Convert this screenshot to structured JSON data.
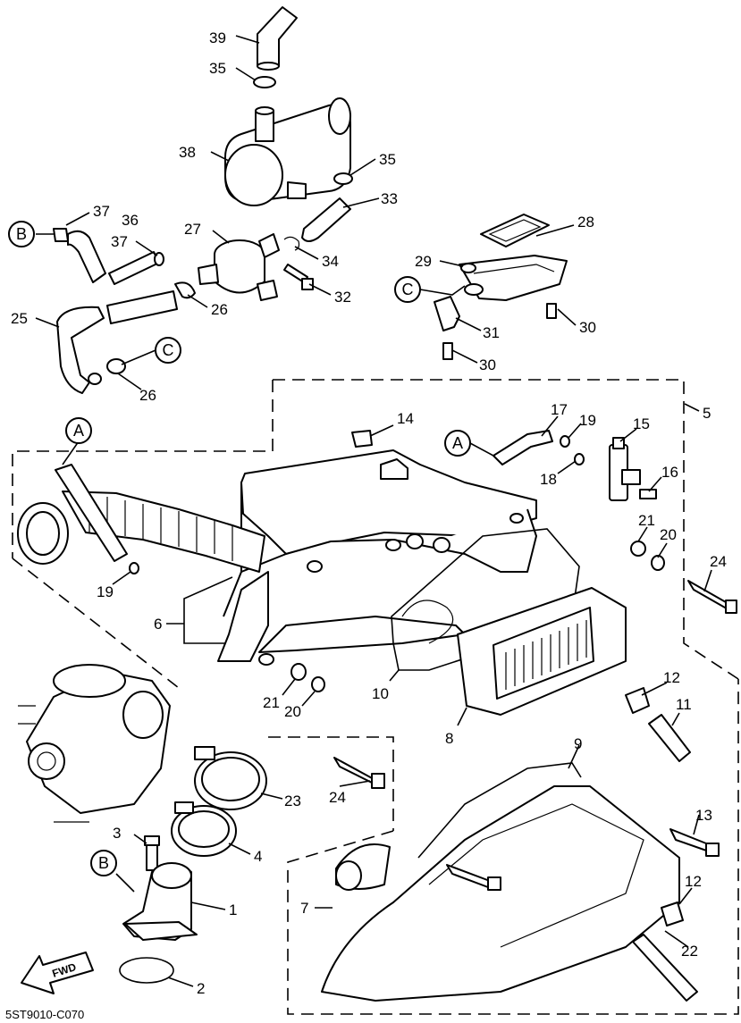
{
  "diagram": {
    "drawing_code": "5ST9010-C070",
    "fwd_label": "FWD",
    "part_labels": [
      "39",
      "35",
      "38",
      "35",
      "33",
      "37",
      "36",
      "37",
      "27",
      "34",
      "32",
      "26",
      "25",
      "26",
      "28",
      "29",
      "31",
      "30",
      "30",
      "5",
      "14",
      "17",
      "19",
      "15",
      "18",
      "16",
      "21",
      "20",
      "24",
      "19",
      "6",
      "10",
      "21",
      "20",
      "8",
      "12",
      "11",
      "9",
      "24",
      "23",
      "3",
      "4",
      "1",
      "13",
      "7",
      "12",
      "22",
      "2"
    ],
    "reference_markers": [
      "B",
      "C",
      "C",
      "A",
      "A",
      "B"
    ]
  }
}
